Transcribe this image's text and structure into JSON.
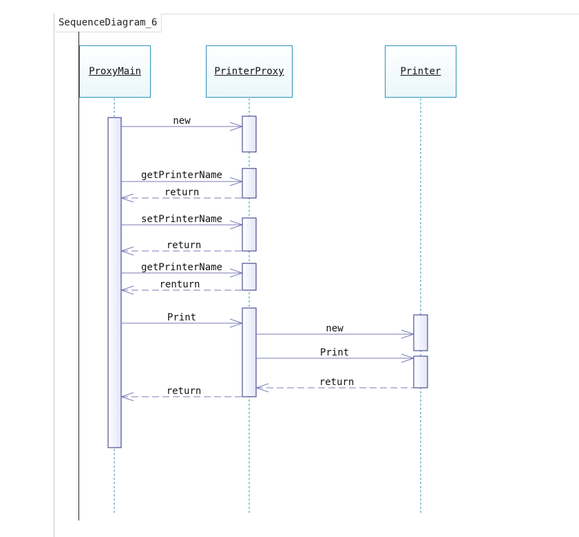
{
  "diagram": {
    "title": "SequenceDiagram_6",
    "lifelines": [
      "ProxyMain",
      "PrinterProxy",
      "Printer"
    ],
    "messages": [
      {
        "label": "new",
        "kind": "call"
      },
      {
        "label": "getPrinterName",
        "kind": "call"
      },
      {
        "label": "return",
        "kind": "return"
      },
      {
        "label": "setPrinterName",
        "kind": "call"
      },
      {
        "label": "return",
        "kind": "return"
      },
      {
        "label": "getPrinterName",
        "kind": "call"
      },
      {
        "label": "renturn",
        "kind": "return"
      },
      {
        "label": "Print",
        "kind": "call"
      },
      {
        "label": "new",
        "kind": "call"
      },
      {
        "label": "Print",
        "kind": "call"
      },
      {
        "label": "return",
        "kind": "return"
      },
      {
        "label": "return",
        "kind": "return"
      }
    ]
  }
}
